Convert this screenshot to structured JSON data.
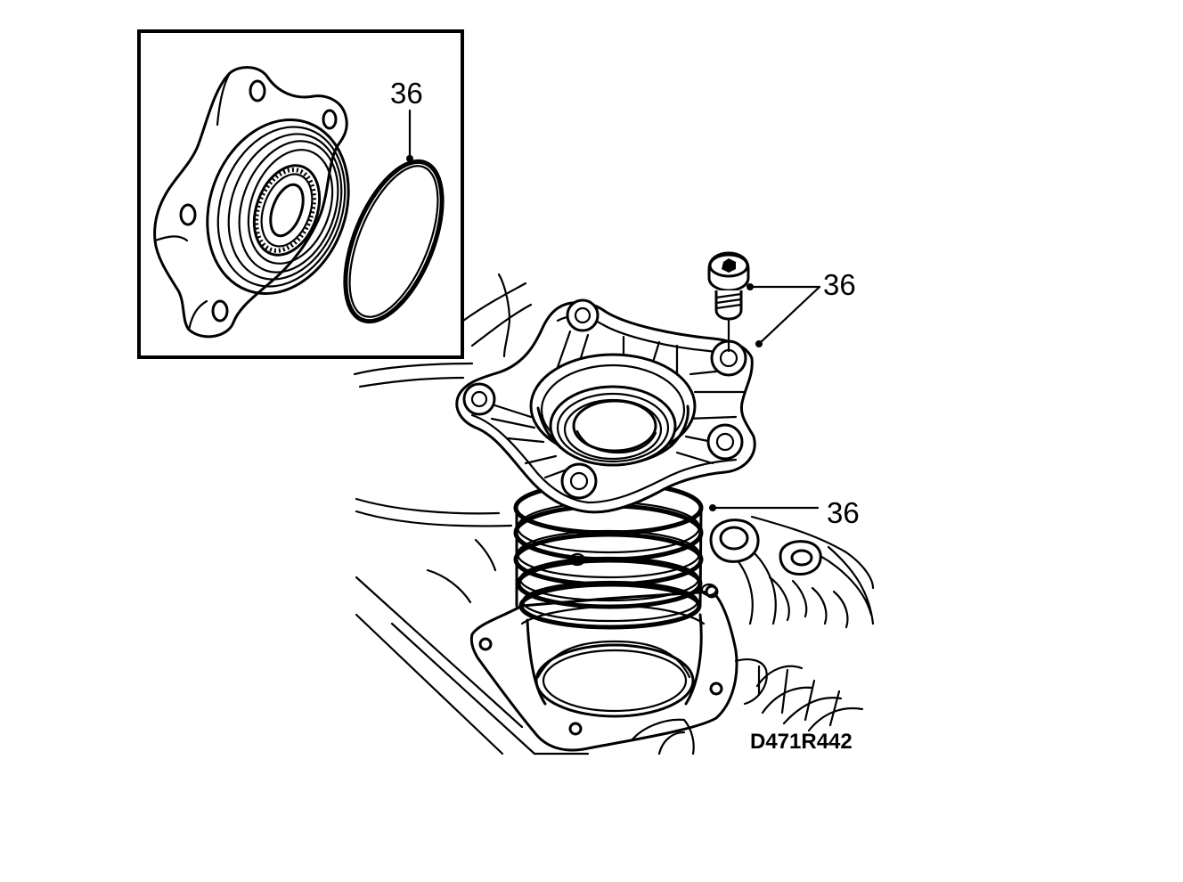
{
  "callouts": {
    "inset_ring": "36",
    "screw": "36",
    "housing_ring": "36"
  },
  "drawing_code": "D471R442"
}
